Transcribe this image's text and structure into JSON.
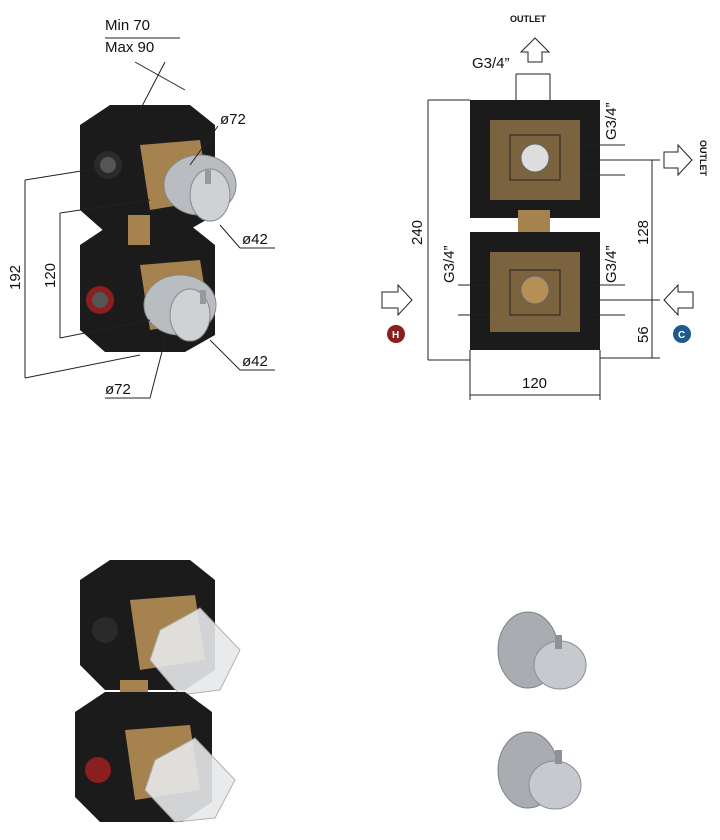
{
  "left_view": {
    "depth_min": "Min 70",
    "depth_max": "Max 90",
    "dia_plate_top": "ø72",
    "dia_handle_top": "ø42",
    "dia_handle_bottom": "ø42",
    "dia_plate_bottom": "ø72",
    "height_total": "192",
    "height_spacing": "120"
  },
  "front_view": {
    "outlet_top": "OUTLET",
    "outlet_right": "OUTLET",
    "thread_top": "G3/4”",
    "thread_right_top": "G3/4”",
    "thread_left_bottom": "G3/4”",
    "thread_right_bottom": "G3/4”",
    "height_total": "240",
    "spacing_vertical": "128",
    "offset_bottom": "56",
    "width": "120",
    "hot_badge": "H",
    "cold_badge": "C",
    "colors": {
      "hot": "#8b1e1e",
      "cold": "#1e5a8f"
    }
  }
}
